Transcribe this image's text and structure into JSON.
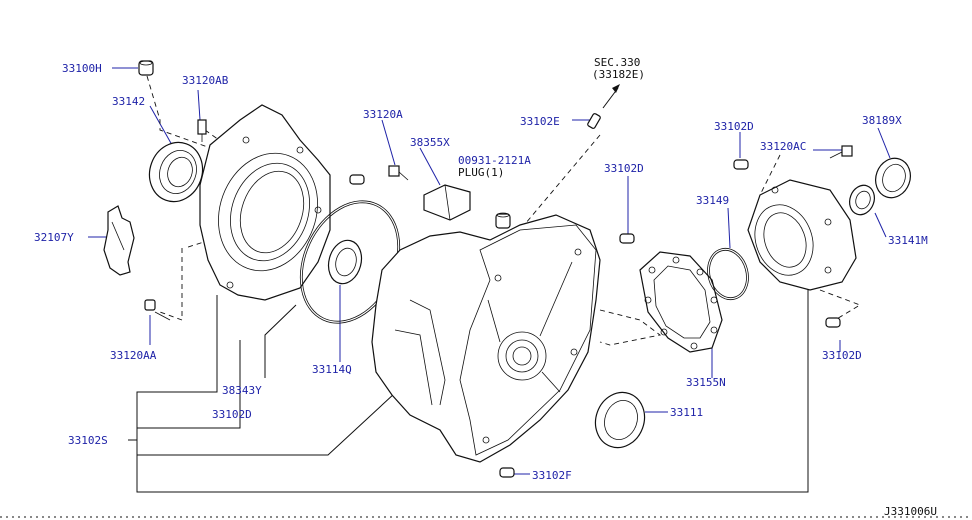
{
  "diagram_code": "J331006U",
  "sec_ref": {
    "line1": "SEC.330",
    "line2": "(33182E)"
  },
  "callouts": {
    "c33100H": "33100H",
    "c33120AB": "33120AB",
    "c33142": "33142",
    "c32107Y": "32107Y",
    "c33120AA": "33120AA",
    "c33120A": "33120A",
    "c38355X": "38355X",
    "c00931": "00931-2121A",
    "plug": "PLUG(1)",
    "c33102E": "33102E",
    "c33102D_top": "33102D",
    "c33120AC": "33120AC",
    "c38189X": "38189X",
    "c33102D_mid": "33102D",
    "c33149": "33149",
    "c33141M": "33141M",
    "c33102D_right": "33102D",
    "c33155N": "33155N",
    "c33111": "33111",
    "c33102F": "33102F",
    "c33114Q": "33114Q",
    "c38343Y": "38343Y",
    "c33102D_bottom": "33102D",
    "c33102S": "33102S"
  }
}
